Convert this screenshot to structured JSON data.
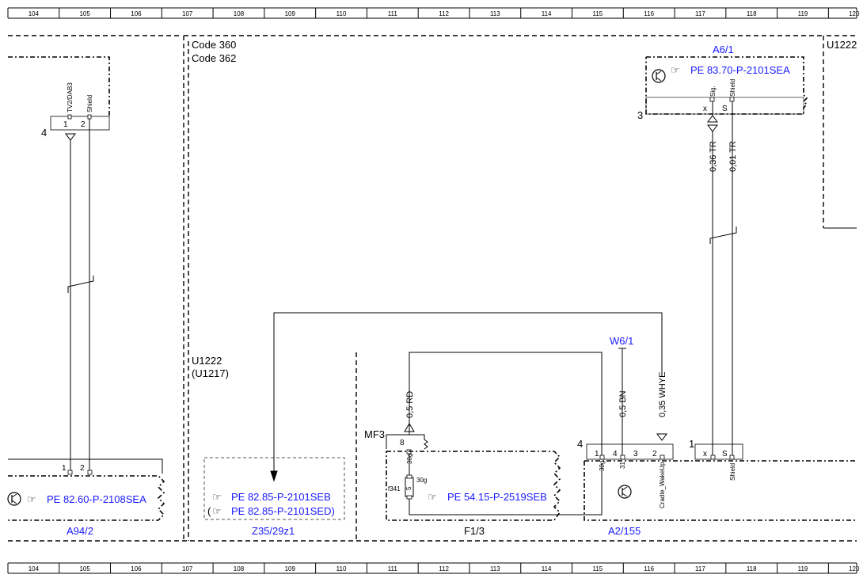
{
  "ruler": {
    "columns": [
      "104",
      "105",
      "106",
      "107",
      "108",
      "109",
      "110",
      "111",
      "112",
      "113",
      "114",
      "115",
      "116",
      "117",
      "118",
      "119",
      "120"
    ]
  },
  "codes": {
    "line1": "Code 360",
    "line2": "Code 362"
  },
  "u1222_top": "U1222",
  "u1222_mid": "U1222",
  "u1217": "(U1217)",
  "left_connector": {
    "number": "4",
    "pins": [
      "1",
      "2"
    ],
    "pin_labels": [
      "TV2/DAB3",
      "Shield"
    ]
  },
  "a94_2": {
    "pins": [
      "1",
      "2"
    ],
    "ref": "PE 82.60-P-2108SEA",
    "name": "A94/2"
  },
  "z35": {
    "ref1": "PE 82.85-P-2101SEB",
    "ref2": "PE 82.85-P-2101SED)",
    "ref2_prefix": "(",
    "name": "Z35/29z1"
  },
  "f1_3": {
    "mf": "MF3",
    "pin": "8",
    "wire_color": "0,5 RD",
    "fuse_top": "30g",
    "fuse_side": "30g",
    "fuse_id": "f341",
    "fuse_val": "5",
    "ref": "PE 54.15-P-2519SEB",
    "name": "F1/3"
  },
  "w6_1": {
    "name": "W6/1",
    "wire": "0,5 BN"
  },
  "whye_wire": "0,35 WHYE",
  "a2_155": {
    "number": "4",
    "pins": [
      "1",
      "4",
      "3",
      "2"
    ],
    "pin_labels": [
      "30g",
      "31",
      "Cradle_WakeUp"
    ],
    "name": "A2/155"
  },
  "a6_1": {
    "name": "A6/1",
    "ref": "PE 83.70-P-2101SEA",
    "number": "3",
    "pins": [
      "x",
      "S"
    ],
    "pin_labels": [
      "Sig.",
      "Shield"
    ],
    "wire1": "0,36 TR",
    "wire2": "0,01 TR"
  },
  "right_connector": {
    "number": "1",
    "pins": [
      "x",
      "S"
    ],
    "pin_label": "Shield"
  }
}
